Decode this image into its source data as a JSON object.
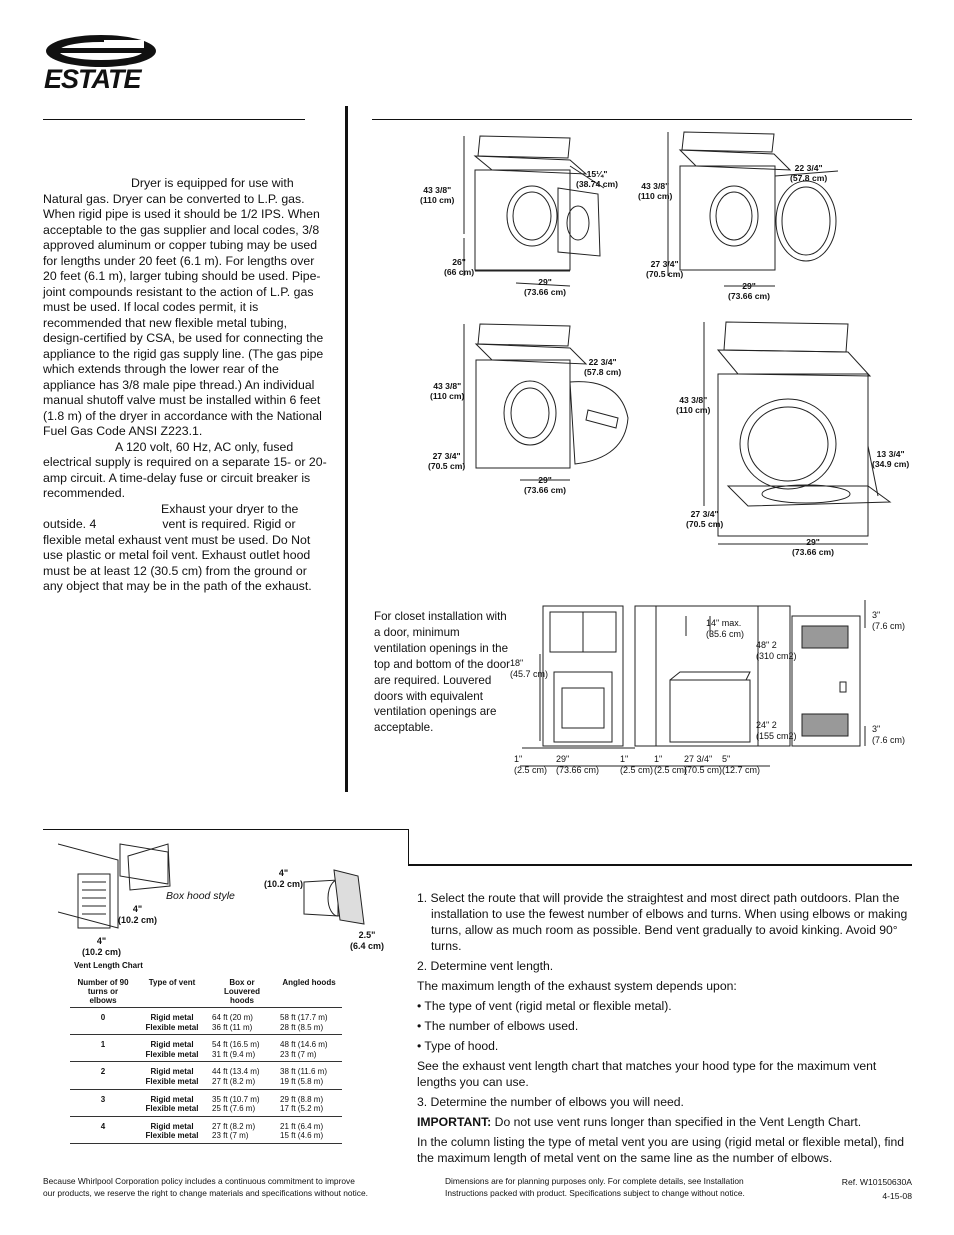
{
  "brand": {
    "name": "ESTATE"
  },
  "requirements": {
    "gas_text": "Dryer is equipped for use with Natural gas. Dryer can be converted to L.P. gas. When rigid pipe is used it should be 1/2  IPS. When acceptable to the gas supplier and local codes, 3/8  approved aluminum or copper tubing may be used for lengths under 20 feet (6.1 m). For lengths over 20 feet (6.1 m), larger tubing should be used. Pipe-joint compounds resistant to the action of L.P. gas must be used. If local codes permit, it is recommended that new flexible metal tubing, design-certified by CSA, be used for connecting the appliance to the rigid gas supply line. (The gas pipe which extends through the lower rear of the appliance has 3/8  male pipe thread.) An individual manual shutoff valve must be installed within 6 feet (1.8 m) of the dryer in accordance with the National Fuel Gas Code ANSI Z223.1.",
    "electrical_text": "A 120 volt, 60 Hz, AC only, fused electrical supply is required on a separate 15- or 20- amp circuit. A time-delay fuse or circuit breaker is recommended.",
    "exhaust_text_1": "Exhaust your dryer to the",
    "exhaust_text_2": "outside. 4",
    "exhaust_text_3": "vent is required. Rigid or flexible metal exhaust vent must be used. Do Not use plastic or metal foil vent. Exhaust outlet hood must be at least 12  (30.5 cm) from the ground or any object that may be in the path of the exhaust."
  },
  "dimensions": {
    "dryer1": {
      "height": "43 3/8\"",
      "height_cm": "(110 cm)",
      "depth": "26\"",
      "depth_cm": "(66 cm)",
      "width": "29\"",
      "width_cm": "(73.66 cm)",
      "door": "15¼\"",
      "door_cm": "(38.74 cm)"
    },
    "dryer2": {
      "height": "43 3/8\"",
      "height_cm": "(110 cm)",
      "depth": "27 3/4\"",
      "depth_cm": "(70.5 cm)",
      "width": "29\"",
      "width_cm": "(73.66 cm)",
      "door": "22 3/4\"",
      "door_cm": "(57.8 cm)"
    },
    "dryer3": {
      "height": "43 3/8\"",
      "height_cm": "(110 cm)",
      "depth": "27 3/4\"",
      "depth_cm": "(70.5 cm)",
      "width": "29\"",
      "width_cm": "(73.66 cm)",
      "door": "22 3/4\"",
      "door_cm": "(57.8 cm)"
    },
    "dryer4": {
      "height": "43 3/8\"",
      "height_cm": "(110 cm)",
      "depth": "27 3/4\"",
      "depth_cm": "(70.5 cm)",
      "width": "29\"",
      "width_cm": "(73.66 cm)",
      "door": "13 3/4\"",
      "door_cm": "(34.9 cm)"
    }
  },
  "closet": {
    "text": "For closet installation with a door, minimum ventilation openings in the top and bottom of the door are required. Louvered doors with equivalent ventilation openings are acceptable.",
    "dims": {
      "side18": "18\"",
      "side18_cm": "(45.7 cm)",
      "gap1": "1\"",
      "gap1_cm": "(2.5 cm)",
      "width": "29\"",
      "width_cm": "(73.66 cm)",
      "gap2": "1\"",
      "gap2_cm": "(2.5 cm)",
      "gap3": "1\"",
      "gap3_cm": "(2.5 cm)",
      "depth": "27 3/4\"",
      "depth_cm": "(70.5 cm)",
      "rear": "5\"",
      "rear_cm": "(12.7 cm)",
      "max14": "14\" max.",
      "max14_cm": "(35.6 cm)",
      "top_open": "48\" 2",
      "top_open_cm": "(310 cm2)",
      "bot_open": "24\" 2",
      "bot_open_cm": "(155 cm2)",
      "top3": "3\"",
      "top3_cm": "(7.6 cm)",
      "bot3": "3\"",
      "bot3_cm": "(7.6 cm)"
    }
  },
  "hood": {
    "box_label": "Box hood style",
    "dim_4a": "4\"",
    "dim_4a_cm": "(10.2 cm)",
    "dim_4b": "4\"",
    "dim_4b_cm": "(10.2 cm)",
    "dim_4c": "4\"",
    "dim_4c_cm": "(10.2 cm)",
    "dim_25": "2.5\"",
    "dim_25_cm": "(6.4 cm)"
  },
  "vent_chart": {
    "title": "Vent Length Chart",
    "headers": [
      "Number of 90  turns or elbows",
      "Type of vent",
      "Box or Louvered hoods",
      "Angled hoods"
    ],
    "rows": [
      {
        "n": "0",
        "type1": "Rigid metal",
        "type2": "Flexible metal",
        "box1": "64 ft (20 m)",
        "box2": "36 ft (11 m)",
        "ang1": "58 ft (17.7 m)",
        "ang2": "28 ft (8.5 m)"
      },
      {
        "n": "1",
        "type1": "Rigid metal",
        "type2": "Flexible metal",
        "box1": "54 ft (16.5 m)",
        "box2": "31 ft (9.4 m)",
        "ang1": "48 ft (14.6 m)",
        "ang2": "23 ft (7 m)"
      },
      {
        "n": "2",
        "type1": "Rigid metal",
        "type2": "Flexible metal",
        "box1": "44 ft (13.4 m)",
        "box2": "27 ft (8.2 m)",
        "ang1": "38 ft (11.6 m)",
        "ang2": "19 ft (5.8 m)"
      },
      {
        "n": "3",
        "type1": "Rigid metal",
        "type2": "Flexible metal",
        "box1": "35 ft (10.7 m)",
        "box2": "25 ft (7.6 m)",
        "ang1": "29 ft (8.8 m)",
        "ang2": "17 ft (5.2 m)"
      },
      {
        "n": "4",
        "type1": "Rigid metal",
        "type2": "Flexible metal",
        "box1": "27 ft (8.2 m)",
        "box2": "23 ft (7 m)",
        "ang1": "21 ft (6.4 m)",
        "ang2": "15 ft (4.6 m)"
      }
    ]
  },
  "steps": {
    "s1": "1. Select the route that will provide the straightest and most direct path outdoors. Plan the installation to use the fewest number of elbows and turns. When using elbows or making turns, allow as much room as possible. Bend vent gradually to avoid kinking. Avoid 90° turns.",
    "s2": "2. Determine vent length.",
    "s2b": "The maximum length of the exhaust system depends upon:",
    "b1": "• The type of vent (rigid metal or flexible metal).",
    "b2": "• The number of elbows used.",
    "b3": "• Type of hood.",
    "s2c": "See the exhaust vent length chart that matches your hood type for the maximum vent lengths you can use.",
    "s3": "3. Determine the number of elbows you will need.",
    "important_label": "IMPORTANT:",
    "important_text": " Do not use vent runs longer than specified in the Vent Length Chart.",
    "s4": "In the column listing the type of metal vent you are using (rigid metal or flexible metal), find the maximum length of metal vent on the same line as the number of elbows."
  },
  "footer": {
    "left1": "Because Whirlpool Corporation policy includes a continuous commitment to improve",
    "left2": "our products, we reserve the right to change materials and specifications without notice.",
    "mid1": "Dimensions are for planning purposes only.  For complete details, see Installation",
    "mid2": "Instructions packed with product.  Specifications subject to change without notice.",
    "ref": "Ref. W10150630A",
    "date": "4-15-08"
  }
}
